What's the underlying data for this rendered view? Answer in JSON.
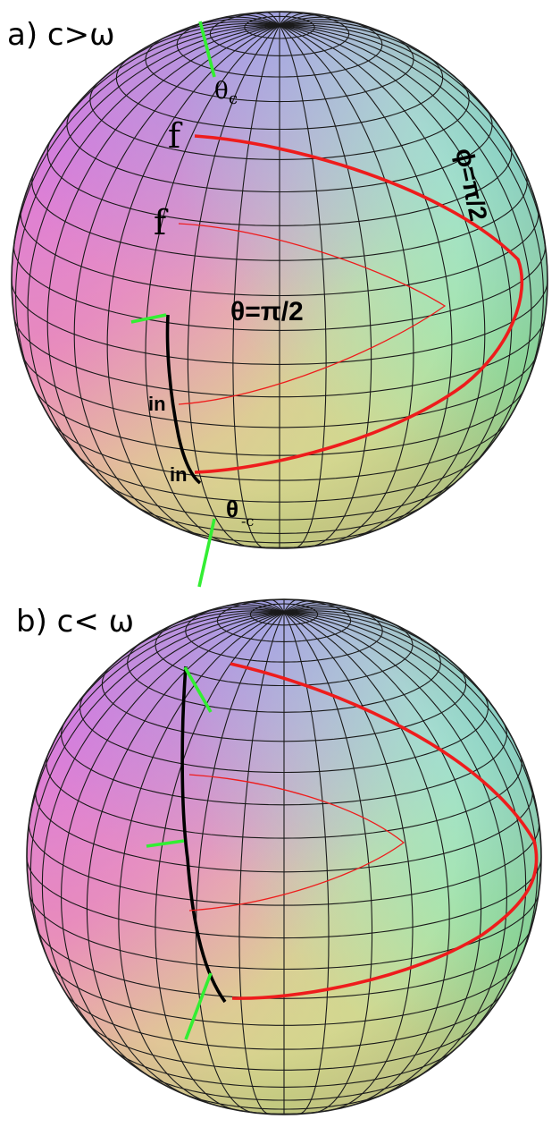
{
  "panels": [
    {
      "id": "a",
      "label": "a)  c>ω",
      "theta_c_top": "θ",
      "theta_c_top_sub": "c",
      "f_outer": "f",
      "f_inner": "f",
      "phi_label": "ϕ=π/2",
      "theta_label": "θ=π/2",
      "in_inner": "in",
      "in_outer": "in",
      "theta_c_bottom": "θ",
      "theta_c_bottom_sub": "-c"
    },
    {
      "id": "b",
      "label": "b)  c< ω"
    }
  ],
  "colors": {
    "magenta": "#d86ee6",
    "violet": "#a892e8",
    "cyan": "#8fe6de",
    "pink": "#f09aa6",
    "salmon": "#ee9c90",
    "peach": "#f2c9a4",
    "lime": "#b6ec8e",
    "green": "#9cf08a",
    "olive": "#cfd888",
    "curve_red": "#ee1c1c",
    "marker_green": "#33ee33",
    "meridian_black": "#000000"
  }
}
